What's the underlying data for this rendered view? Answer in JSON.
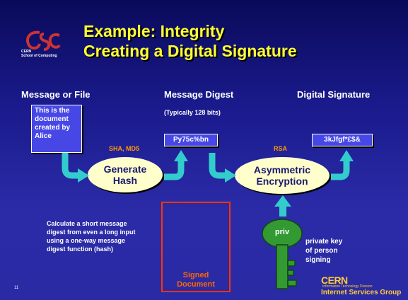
{
  "slide": {
    "title_line1": "Example: Integrity",
    "title_line2": "Creating a Digital Signature",
    "page_number": "11"
  },
  "logo": {
    "line1": "CERN",
    "line2": "School of Computing"
  },
  "columns": {
    "message": "Message or File",
    "digest": "Message Digest",
    "signature": "Digital Signature"
  },
  "digest_note": "(Typically 128 bits)",
  "document_box": {
    "line1": "This is the",
    "line2": "document",
    "line3": "created by",
    "line4": "Alice"
  },
  "hash_algos": "SHA, MD5",
  "digest_value": "Py75c%bn",
  "rsa_label": "RSA",
  "signature_value": "3kJfgf*£$&",
  "generate_hash": {
    "line1": "Generate",
    "line2": "Hash"
  },
  "asym_enc": {
    "line1": "Asymmetric",
    "line2": "Encryption"
  },
  "explanation": {
    "line1": "Calculate a short message",
    "line2": "digest from even a long input",
    "line3": "using a one-way message",
    "line4": "digest function (hash)"
  },
  "signed_document": {
    "line1": "Signed",
    "line2": "Document"
  },
  "key": {
    "label": "priv"
  },
  "private_key_text": {
    "line1": "private key",
    "line2": "of person",
    "line3": "signing"
  },
  "footer": {
    "cern": "CERN",
    "division": "Information Technology Division",
    "group": "Internet Services Group"
  },
  "colors": {
    "background": "#1a1a8c",
    "title": "#ffff33",
    "arrow": "#33cccc",
    "ellipse": "#ffffcc",
    "box": "#4747e6",
    "accent": "#ff9900",
    "signed_box_border": "#ff3300",
    "key": "#339933"
  }
}
